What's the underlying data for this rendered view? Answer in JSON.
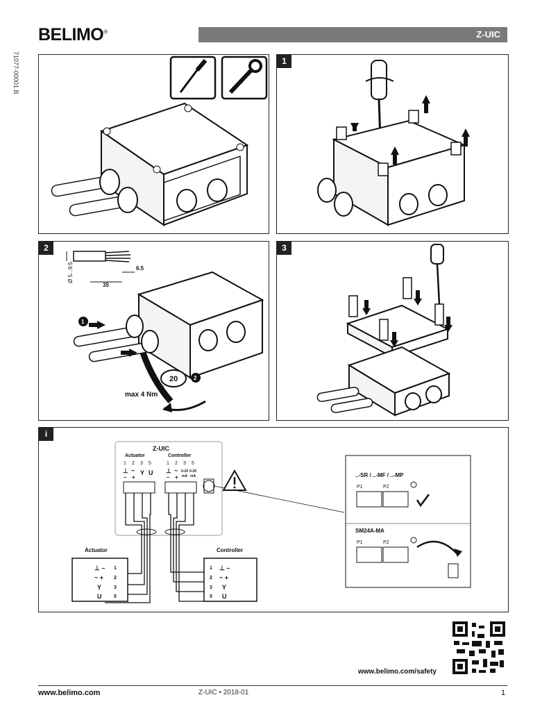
{
  "header": {
    "brand": "BELIMO",
    "brand_mark": "®",
    "product": "Z-UIC",
    "doc_number": "71077-00001.B"
  },
  "step1": {
    "tag": "1"
  },
  "step2": {
    "tag": "2",
    "dia": "Ø 5...9.5",
    "strip_len": "35",
    "strip_end": "6.5",
    "wrench_size": "20",
    "torque": "max 4 Nm",
    "callout1": "1",
    "callout2": "2"
  },
  "step3": {
    "tag": "3"
  },
  "info": {
    "tag": "i",
    "box_title": "Z-UIC",
    "actuator_hdr": "Actuator",
    "controller_hdr": "Controller",
    "term_nums": [
      "1",
      "2",
      "3",
      "5"
    ],
    "act_syms": [
      "⊥",
      "~",
      "Y",
      "U"
    ],
    "act_subs": [
      "–",
      "+"
    ],
    "ctl_syms": [
      "⊥",
      "~",
      "0-20",
      "0-20"
    ],
    "ctl_subs": [
      "–",
      "+",
      "mA",
      "mA"
    ],
    "left_box_title": "Actuator",
    "right_box_title": "Controller",
    "left_rows": [
      [
        "⊥ –",
        "1"
      ],
      [
        "~ +",
        "2"
      ],
      [
        "Y",
        "3"
      ],
      [
        "U",
        "5"
      ]
    ],
    "right_rows": [
      [
        "1",
        "⊥ –"
      ],
      [
        "2",
        "~ +"
      ],
      [
        "3",
        "Y"
      ],
      [
        "5",
        "U"
      ]
    ],
    "inset_label1": "..-SR / ..-MF / ..-MP",
    "inset_label2": "SM24A-MA",
    "p1": "P1",
    "p2": "P2"
  },
  "footer": {
    "website": "www.belimo.com",
    "doc": "Z-UIC • 2018-01",
    "page": "1",
    "safety_url": "www.belimo.com/safety"
  }
}
